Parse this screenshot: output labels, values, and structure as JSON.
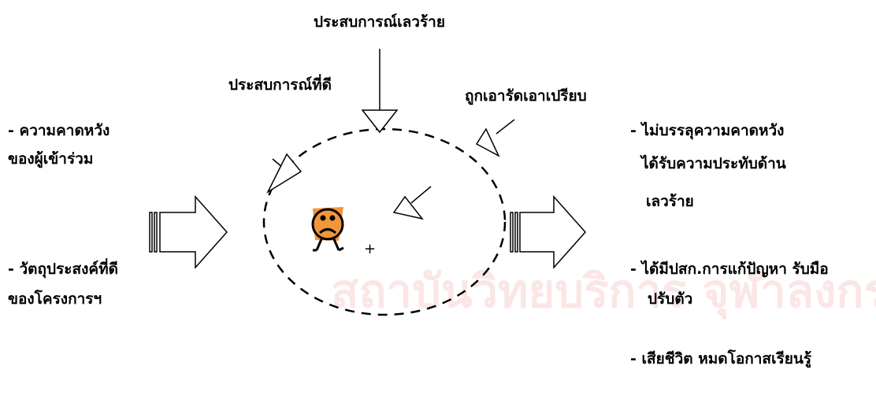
{
  "watermark": "สถาบันวิทยบริการ จุฬาลงกรณ์มหาวิทยาลัย",
  "labels": {
    "bad_experience": "ประสบการณ์เลวร้าย",
    "good_experience": "ประสบการณ์ที่ดี",
    "exploited": "ถูกเอารัดเอาเปรียบ"
  },
  "inputs": [
    {
      "line1": "- ความคาดหวัง",
      "line2": "ของผู้เข้าร่วม"
    },
    {
      "line1": "- วัตถุประสงค์ที่ดี",
      "line2": "ของโครงการฯ"
    }
  ],
  "outputs": [
    {
      "line1": "- ไม่บรรลุความคาดหวัง",
      "line2": "ได้รับความประทับด้าน",
      "line3": "เลวร้าย"
    },
    {
      "line1": "- ได้มีปสก.การแก้ปัญหา รับมือ",
      "line2": "ปรับตัว"
    },
    {
      "line1": "- เสียชีวิต หมดโอกาสเรียนรู้"
    }
  ],
  "center_mark": "+",
  "colors": {
    "figure_fill": "#f0963c",
    "watermark": "#fbe6e6"
  }
}
